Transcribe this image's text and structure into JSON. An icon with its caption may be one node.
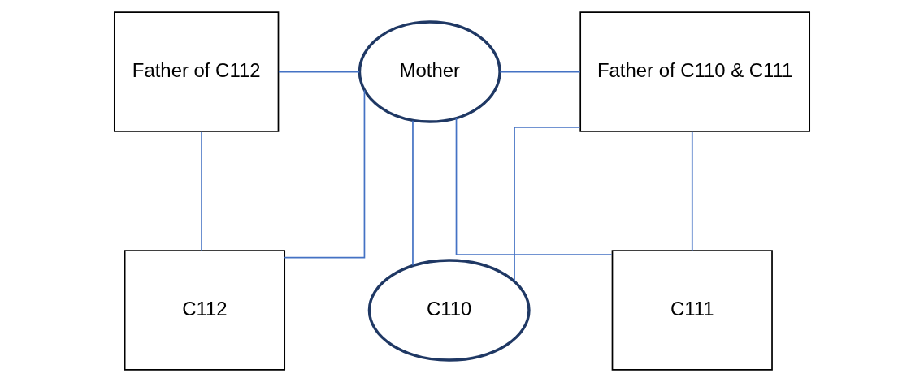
{
  "diagram": {
    "nodes": [
      {
        "text": [
          "Father of C112"
        ]
      },
      {
        "text": [
          "Mother"
        ]
      },
      {
        "text": [
          "Father of C110 & C111"
        ]
      },
      {
        "text": [
          "C112"
        ]
      },
      {
        "text": [
          "C111"
        ]
      },
      {
        "text": [
          "C110"
        ]
      }
    ],
    "edges": [
      {
        "from": 0,
        "to": 1,
        "arrow": "none",
        "color": "#4472c4"
      },
      {
        "from": 1,
        "to": 2,
        "arrow": "none",
        "color": "#4472c4"
      },
      {
        "from": 0,
        "to": 3,
        "arrow": "none",
        "color": "#4472c4"
      },
      {
        "from": 1,
        "to": 3,
        "arrow": "none",
        "color": "#4472c4"
      },
      {
        "from": 1,
        "to": 4,
        "arrow": "none",
        "color": "#4472c4"
      },
      {
        "from": 2,
        "to": 4,
        "arrow": "none",
        "color": "#4472c4"
      },
      {
        "from": 1,
        "to": 5,
        "arrow": "none",
        "color": "#4472c4"
      },
      {
        "from": 2,
        "to": 5,
        "arrow": "none",
        "color": "#4472c4"
      }
    ]
  }
}
